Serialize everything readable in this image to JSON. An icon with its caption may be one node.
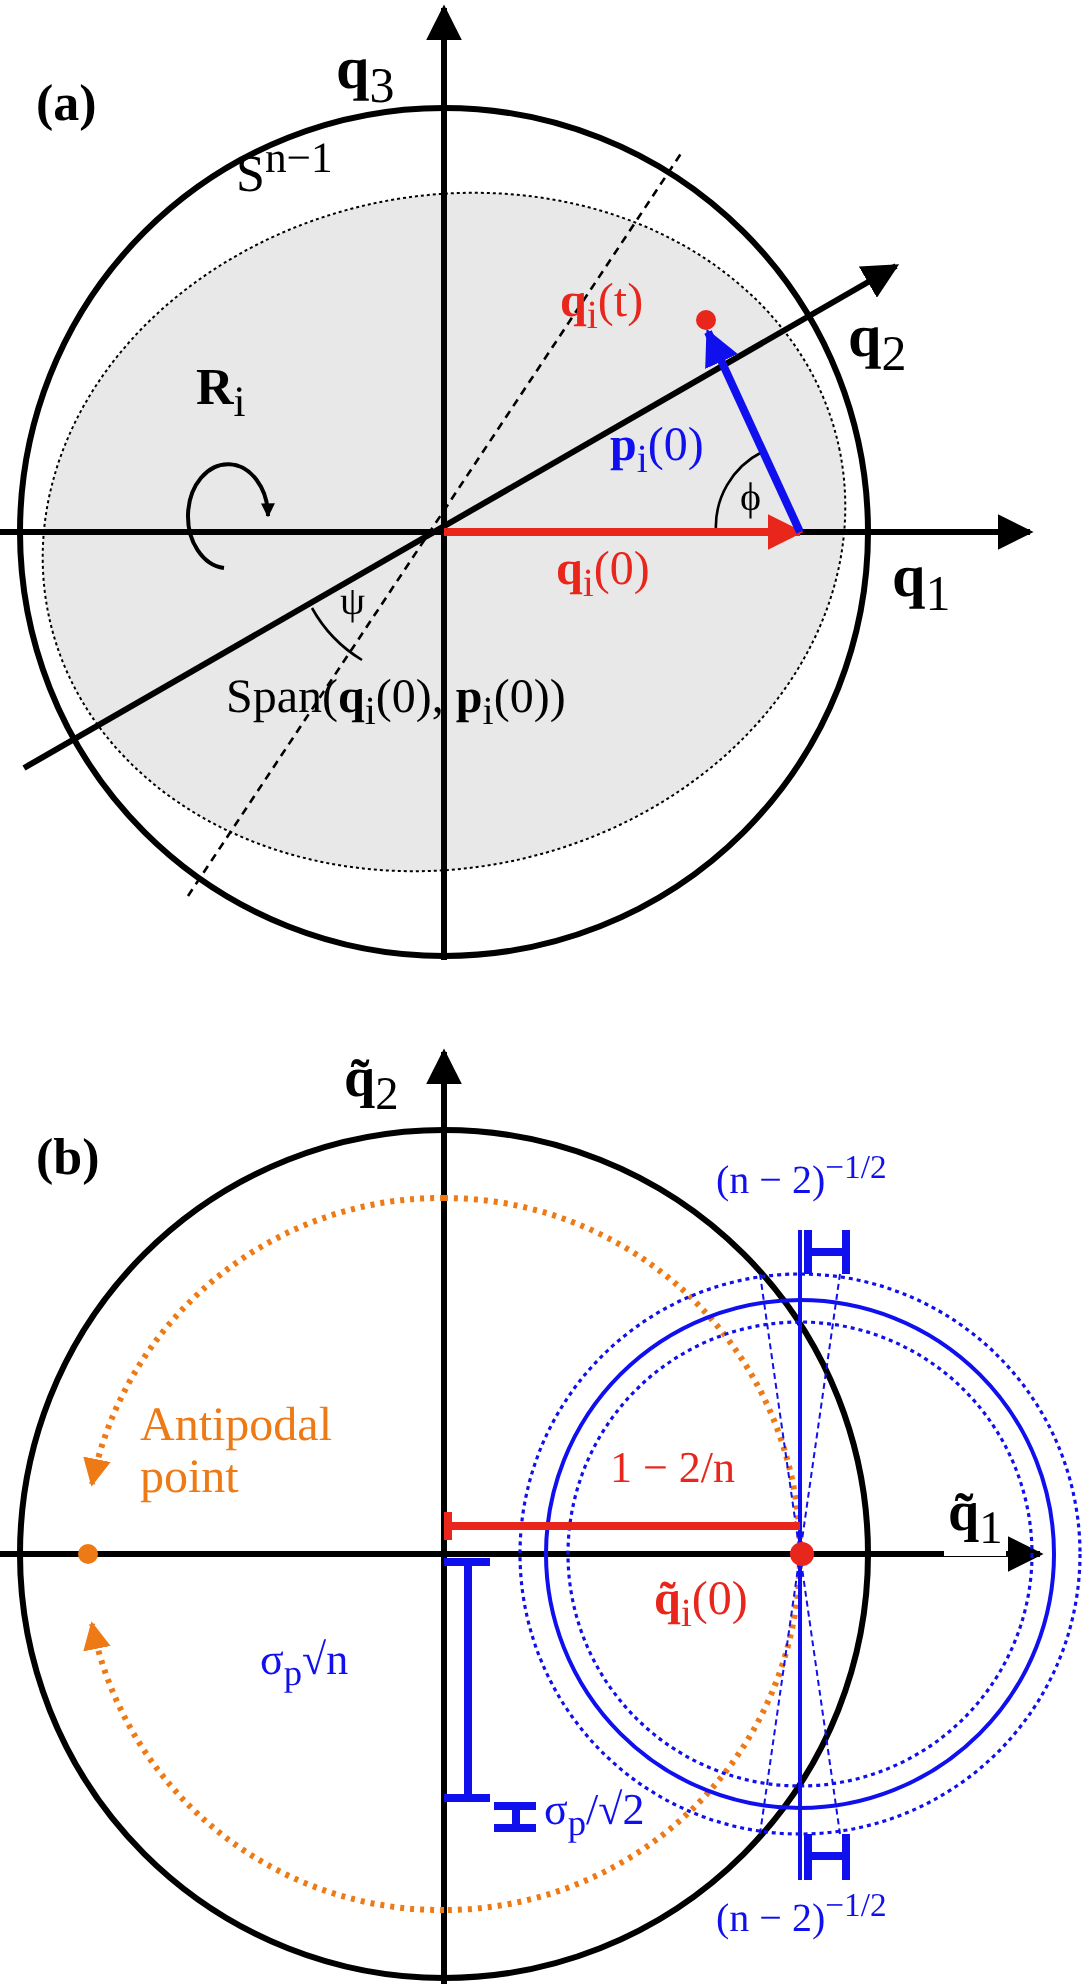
{
  "diagram": {
    "labels": [
      "(a)",
      "**q**$_{3}$",
      "S$^{n−1}$",
      "**q**$_{i}$(t)",
      "**q**$_{2}$",
      "**R**$_{i}$",
      "**p**$_{i}$(0)",
      "ϕ",
      "**q**$_{1}$",
      "**q**$_{i}$(0)",
      "ψ",
      "Span(**q**$_{i}$(0), **p**$_{i}$(0))",
      "(b)",
      "**q̃**$_{2}$",
      "(n − 2)$^{−1/2}$",
      "Antipodal point",
      "1 − 2/n",
      "**q̃**$_{1}$",
      "**q̃**$_{i}$(0)",
      "σ$_{p}$√n",
      "σ$_{p}$/√2",
      "(n − 2)$^{−1/2}$"
    ]
  }
}
